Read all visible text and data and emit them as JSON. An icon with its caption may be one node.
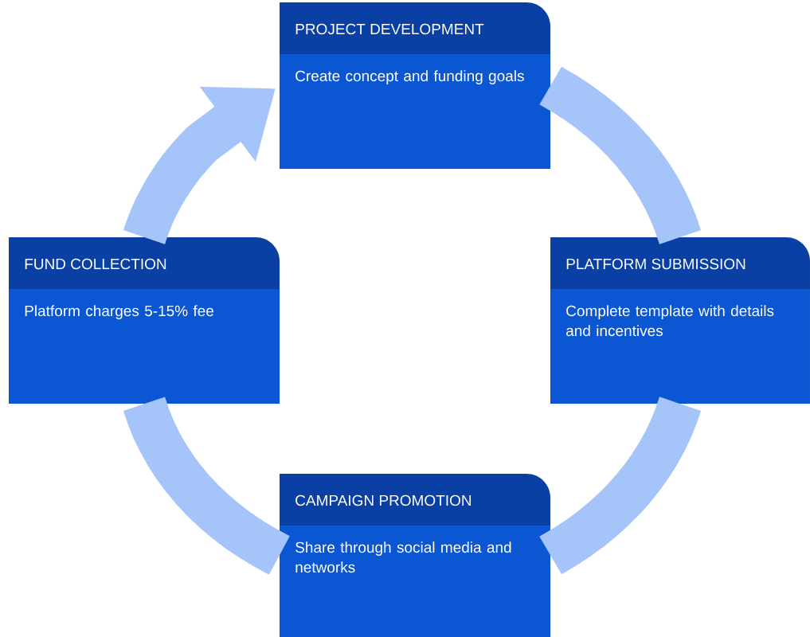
{
  "diagram": {
    "nodes": [
      {
        "text": [
          "PROJECT DEVELOPMENT",
          "Create concept and funding goals"
        ]
      },
      {
        "text": [
          "PLATFORM SUBMISSION",
          "Complete template with details and incentives"
        ]
      },
      {
        "text": [
          "CAMPAIGN PROMOTION",
          "Share through social media and networks"
        ]
      },
      {
        "text": [
          "FUND COLLECTION",
          "Platform charges 5-15% fee"
        ]
      }
    ],
    "edges": [
      {
        "from": 0,
        "to": 1,
        "arrow": "none"
      },
      {
        "from": 1,
        "to": 2,
        "arrow": "none"
      },
      {
        "from": 2,
        "to": 3,
        "arrow": "none"
      },
      {
        "from": 3,
        "to": 0,
        "arrow": "to"
      }
    ]
  }
}
